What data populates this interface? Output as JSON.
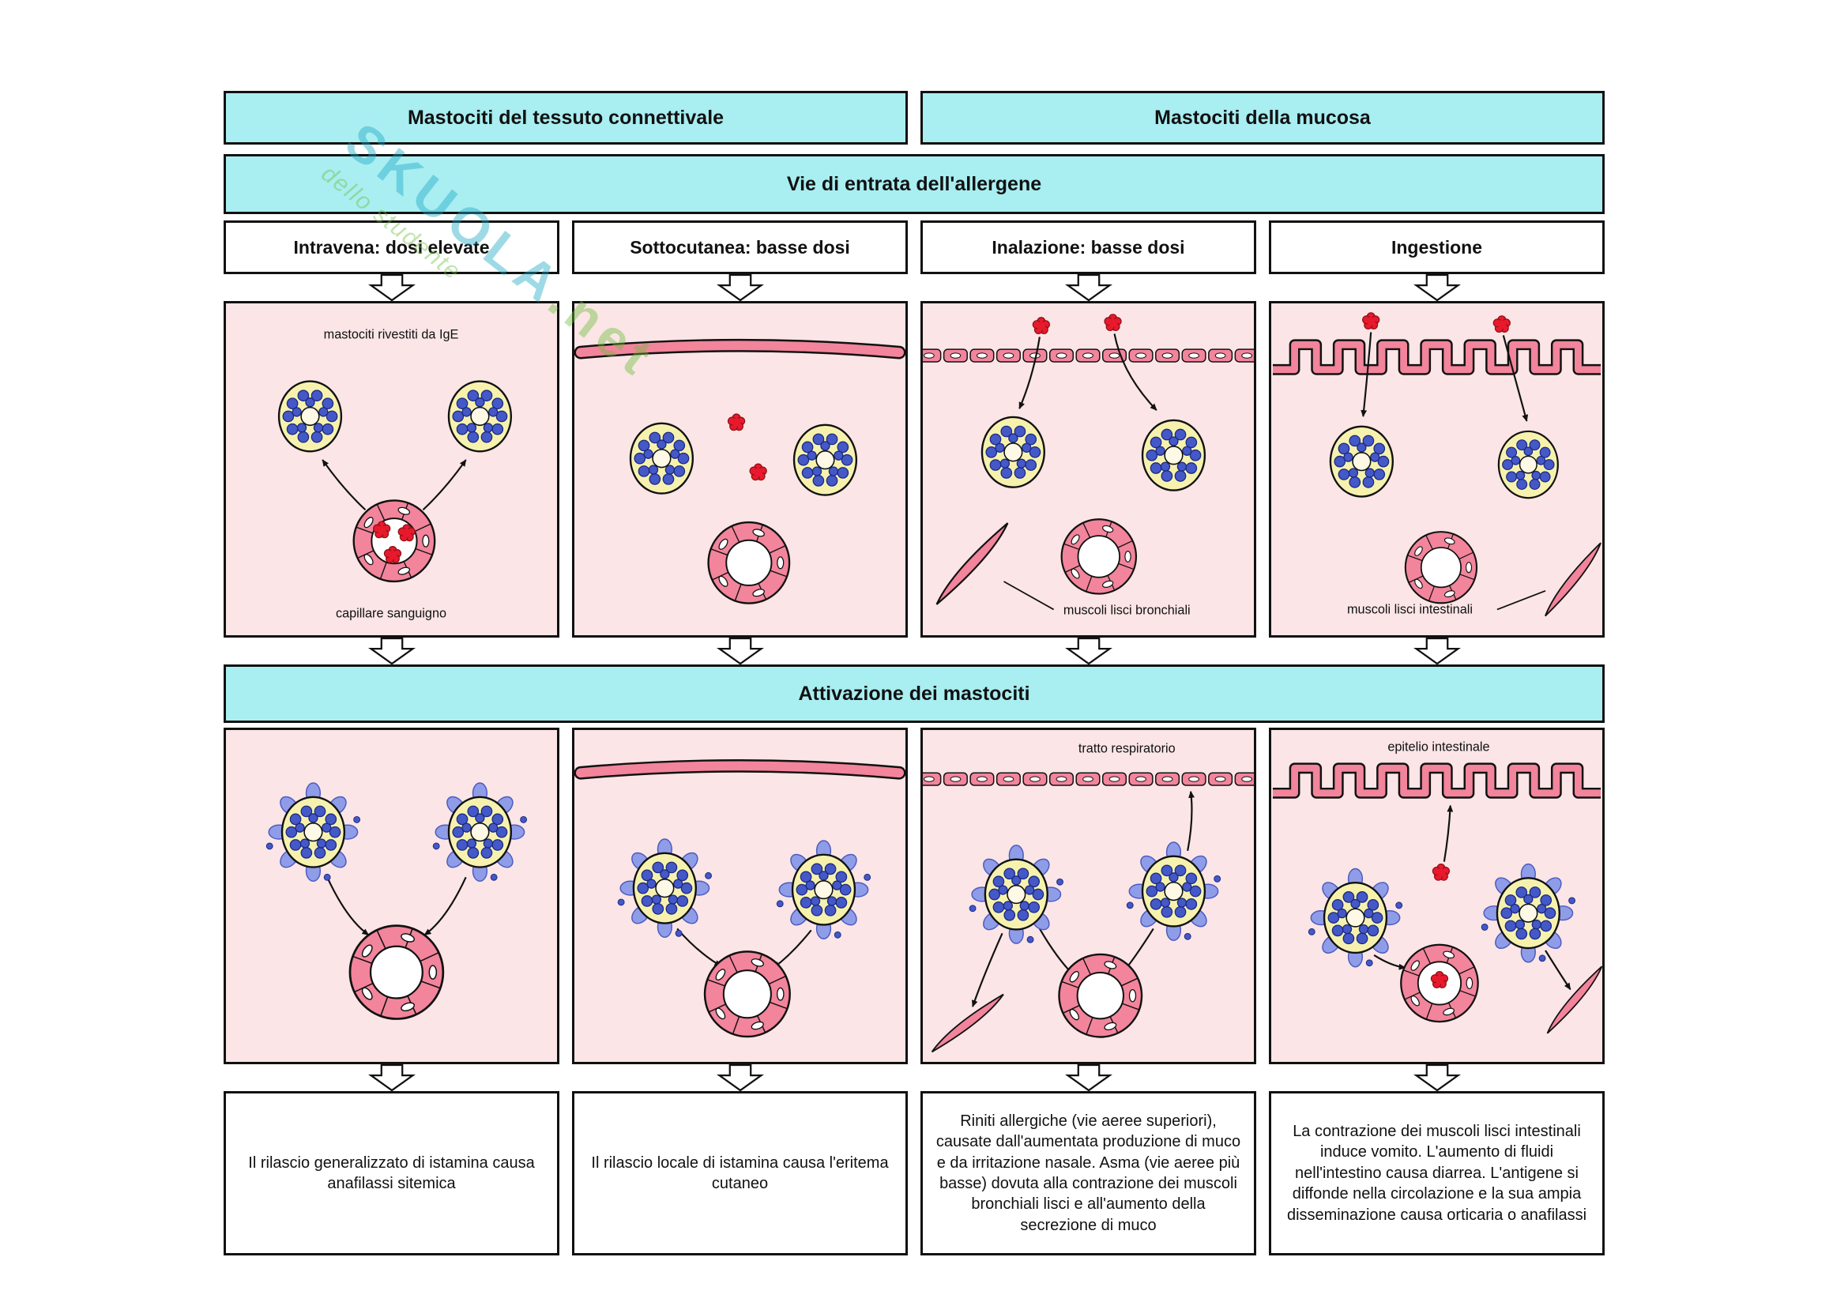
{
  "headers": {
    "connective_tissue": "Mastociti del tessuto connettivale",
    "mucosa": "Mastociti della mucosa",
    "allergen_entry": "Vie di entrata dell'allergene",
    "mast_cell_activation": "Attivazione dei mastociti"
  },
  "columns": [
    {
      "route_label": "Intravena: dosi elevate",
      "labels": {
        "top": "mastociti rivestiti da IgE",
        "bottom": "capillare sanguigno"
      },
      "outcome": "Il rilascio generalizzato di istamina causa anafilassi sitemica"
    },
    {
      "route_label": "Sottocutanea: basse dosi",
      "labels": {},
      "outcome": "Il rilascio locale di istamina causa l'eritema cutaneo"
    },
    {
      "route_label": "Inalazione: basse dosi",
      "labels": {
        "muscle": "muscoli lisci bronchiali",
        "activated_top": "tratto respiratorio"
      },
      "outcome": "Riniti allergiche (vie aeree superiori), causate dall'aumentata produzione di muco e da irritazione nasale. Asma (vie aeree più basse) dovuta alla contrazione dei muscoli bronchiali lisci e all'aumento della secrezione di muco"
    },
    {
      "route_label": "Ingestione",
      "labels": {
        "muscle": "muscoli lisci intestinali",
        "activated_top": "epitelio intestinale"
      },
      "outcome": "La contrazione dei muscoli lisci intestinali induce vomito. L'aumento di fluidi nell'intestino causa diarrea. L'antigene si diffonde nella circolazione e la sua ampia disseminazione causa orticaria o anafilassi"
    }
  ],
  "watermark": {
    "text": "SKUOLA",
    "suffix": ".net",
    "tagline": "dello studente"
  },
  "colors": {
    "cyan": "#a9eef1",
    "panel_pink": "#fbe5e6",
    "cell_yellow": "#f6f2ae",
    "granule_blue": "#4558c8",
    "tissue_pink": "#f2849b",
    "allergen_red": "#e8192c",
    "activated_halo": "#8f9ce8"
  }
}
